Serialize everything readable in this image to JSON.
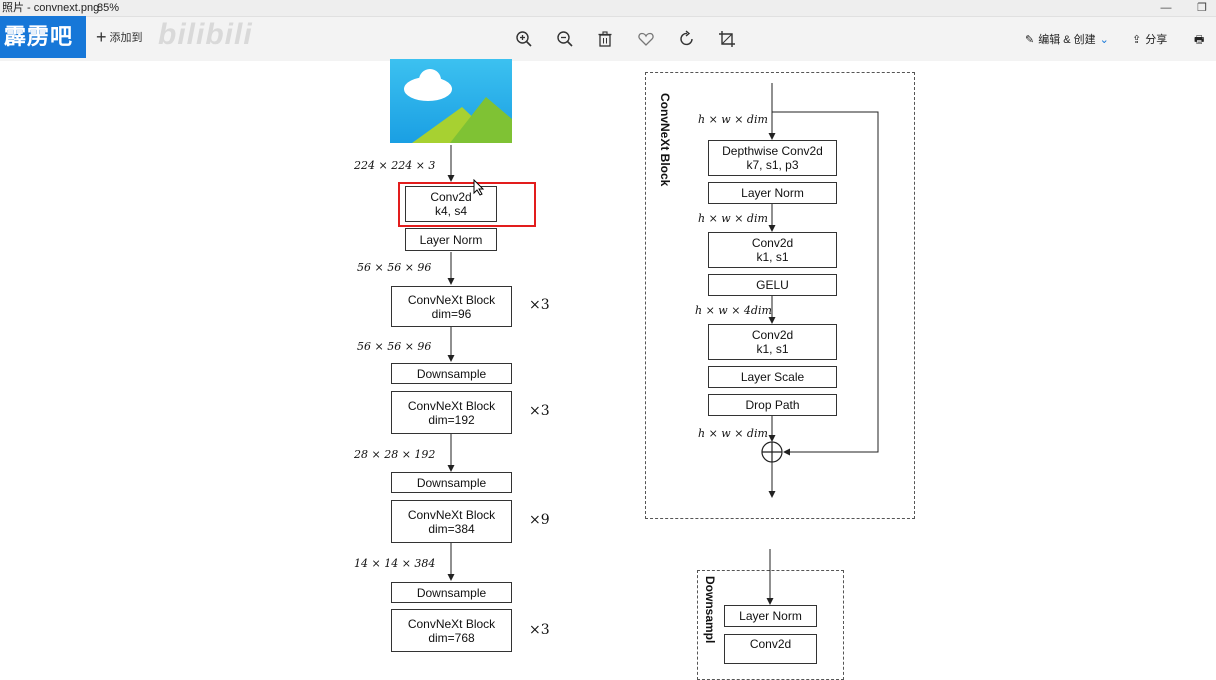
{
  "window": {
    "title": "照片 - convnext.png",
    "zoom": "85%"
  },
  "toolbar": {
    "badge_text": "霹雳吧",
    "add_label": "添加到",
    "watermark": "bilibili",
    "edit_create_label": "编辑 & 创建",
    "share_label": "分享",
    "icons": [
      "zoom-in-icon",
      "zoom-out-icon",
      "delete-icon",
      "favorite-icon",
      "rotate-icon",
      "crop-icon",
      "edit-icon",
      "share-icon",
      "print-icon"
    ]
  },
  "main_flow": {
    "input_dims": "224 × 224 × 3",
    "stem_conv": [
      "Conv2d",
      "k4, s4"
    ],
    "stem_norm": "Layer Norm",
    "stage_dims": [
      "56 × 56 × 96",
      "56 × 56 × 96",
      "28 × 28 × 192",
      "14 × 14 × 384"
    ],
    "blocks": [
      {
        "name": "ConvNeXt Block",
        "dim": "dim=96",
        "repeat": "×3"
      },
      {
        "name": "ConvNeXt Block",
        "dim": "dim=192",
        "repeat": "×3"
      },
      {
        "name": "ConvNeXt Block",
        "dim": "dim=384",
        "repeat": "×9"
      },
      {
        "name": "ConvNeXt Block",
        "dim": "dim=768",
        "repeat": "×3"
      }
    ],
    "downsample_label": "Downsample"
  },
  "convnext_block": {
    "title": "ConvNeXt Block",
    "dims": [
      "h × w × dim",
      "h × w × dim",
      "h × w × 4dim",
      "h × w × dim"
    ],
    "dwconv": [
      "Depthwise Conv2d",
      "k7, s1, p3"
    ],
    "layer_norm": "Layer Norm",
    "conv1": [
      "Conv2d",
      "k1, s1"
    ],
    "gelu": "GELU",
    "conv2": [
      "Conv2d",
      "k1, s1"
    ],
    "layer_scale": "Layer Scale",
    "drop_path": "Drop Path"
  },
  "downsample_block": {
    "title": "Downsampl",
    "layer_norm": "Layer Norm",
    "conv": "Conv2d"
  },
  "colors": {
    "highlight": "#e21d1d",
    "badge": "#1677d8"
  }
}
